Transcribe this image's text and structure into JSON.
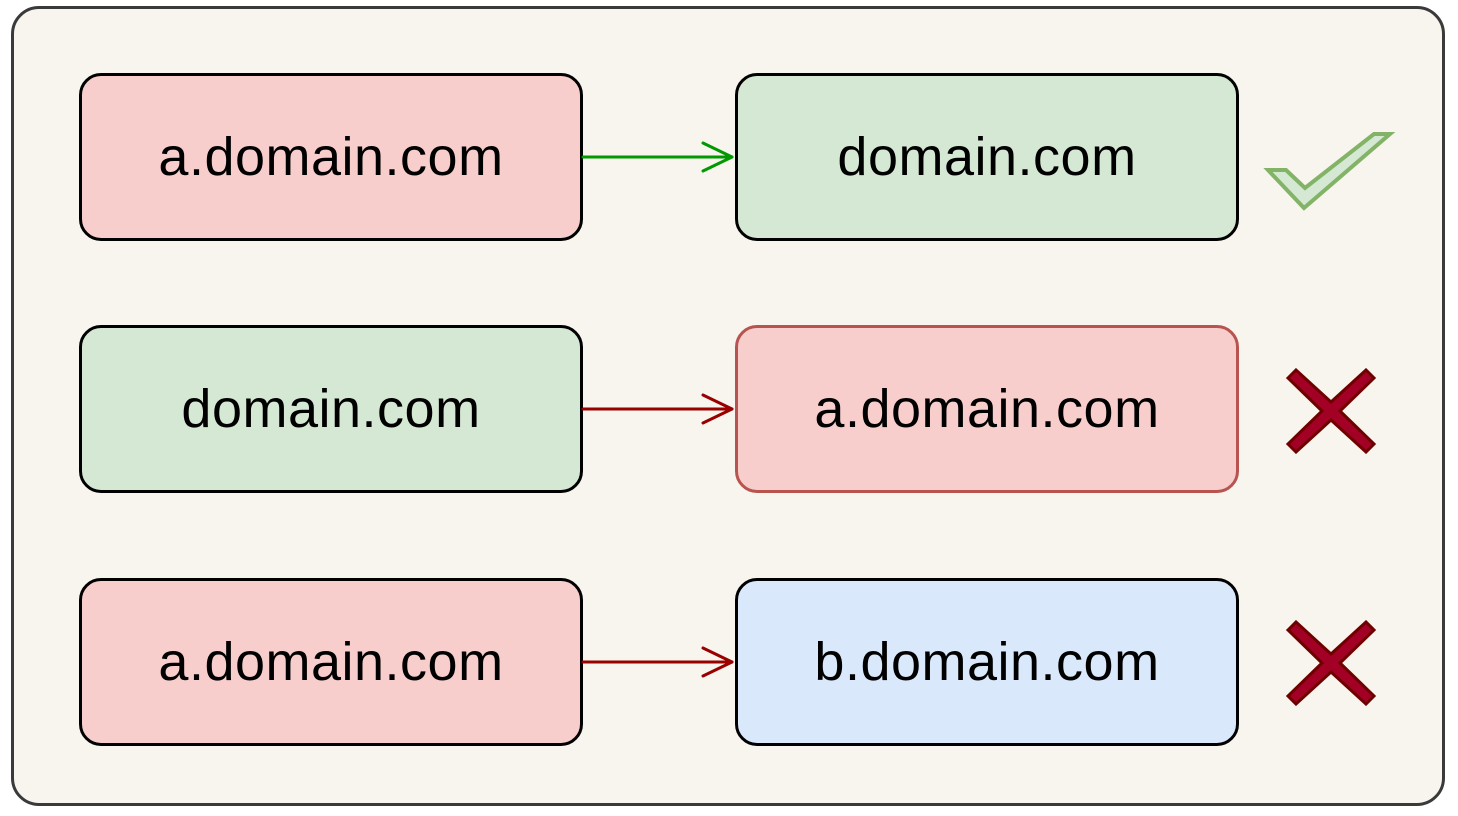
{
  "colors": {
    "panel_bg": "#f8f5ee",
    "panel_border": "#3a3a3a",
    "red_fill": "#f8cecc",
    "green_fill": "#d5e8d4",
    "blue_fill": "#dae8fc",
    "red_border": "#b85450",
    "dark_border": "#000000",
    "ok_arrow": "#009900",
    "bad_arrow": "#990000"
  },
  "rows": [
    {
      "source": {
        "label": "a.domain.com",
        "fill": "red"
      },
      "target": {
        "label": "domain.com",
        "fill": "green"
      },
      "result": "check-icon"
    },
    {
      "source": {
        "label": "domain.com",
        "fill": "green"
      },
      "target": {
        "label": "a.domain.com",
        "fill": "red"
      },
      "result": "cross-icon"
    },
    {
      "source": {
        "label": "a.domain.com",
        "fill": "red"
      },
      "target": {
        "label": "b.domain.com",
        "fill": "blue"
      },
      "result": "cross-icon"
    }
  ]
}
